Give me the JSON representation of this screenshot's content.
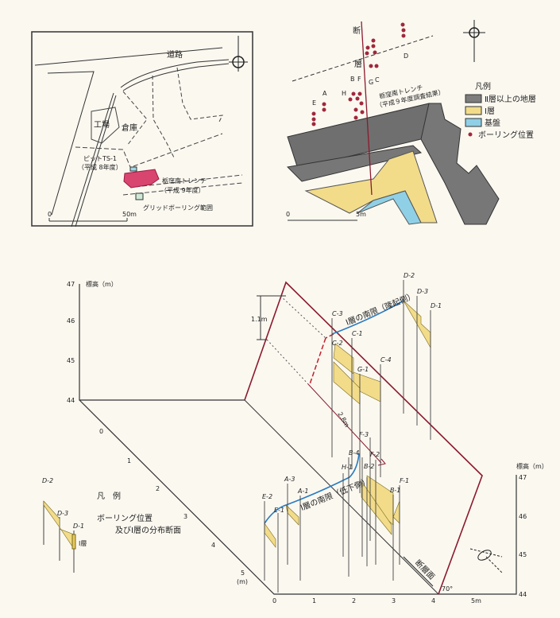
{
  "site_map": {
    "road": "道路",
    "factory": "工場",
    "warehouse": "倉庫",
    "pit": "ピットTS-1",
    "pit_year": "（平成 8年度）",
    "trench": "栃窪南トレンチ",
    "trench_year": "（平成 9年度）",
    "grid_boring": "グリッドボーリング範囲",
    "scale_start": "0",
    "scale_end": "50m"
  },
  "plan": {
    "fault_char1": "断",
    "fault_char2": "層",
    "trench": "栃窪南トレンチ",
    "trench_sub": "（平成９年度調査結果）",
    "legend_title": "凡例",
    "legend": [
      "Ⅱ層以上の地層",
      "Ⅰ層",
      "基盤",
      "ボーリング位置"
    ],
    "colors": {
      "upper": "#7d7d7d",
      "layer1": "#f2dc8a",
      "base": "#8fd0e6",
      "boring": "#a0283c"
    },
    "boring_letters": [
      "A",
      "E",
      "H",
      "B",
      "F",
      "G",
      "C",
      "D"
    ],
    "scale_start": "0",
    "scale_end": "5m"
  },
  "section": {
    "elev_label": "標高（m）",
    "left_ticks": [
      "47",
      "46",
      "45",
      "44"
    ],
    "diag_ticks": [
      "0",
      "1",
      "2",
      "3",
      "4",
      "5"
    ],
    "diag_unit": "(m)",
    "bottom_ticks": [
      "0",
      "1",
      "2",
      "3",
      "4",
      "5m"
    ],
    "right_ticks": [
      "47",
      "46",
      "45",
      "44"
    ],
    "offset_v": "1.1m",
    "offset_h": "2.8m",
    "upthrown": "Ⅰ層の南限（隆起側）",
    "downthrown": "Ⅰ層の南限（低下側）",
    "fault_plane": "断層面",
    "dip": "70°",
    "boreholes": [
      "D-2",
      "D-3",
      "D-1",
      "C-3",
      "C-1",
      "C-2",
      "C-4",
      "G-1",
      "F-3",
      "B-4",
      "F-2",
      "H-1",
      "B-2",
      "F-1",
      "B-1",
      "E-2",
      "E-1",
      "A-3",
      "A-1"
    ],
    "legend_title": "凡　例",
    "legend_line1": "ボーリング位置",
    "legend_line2": "及びⅠ層の分布断面",
    "legend_layer": "Ⅰ層",
    "legend_holes": [
      "D-2",
      "D-3",
      "D-1"
    ]
  }
}
